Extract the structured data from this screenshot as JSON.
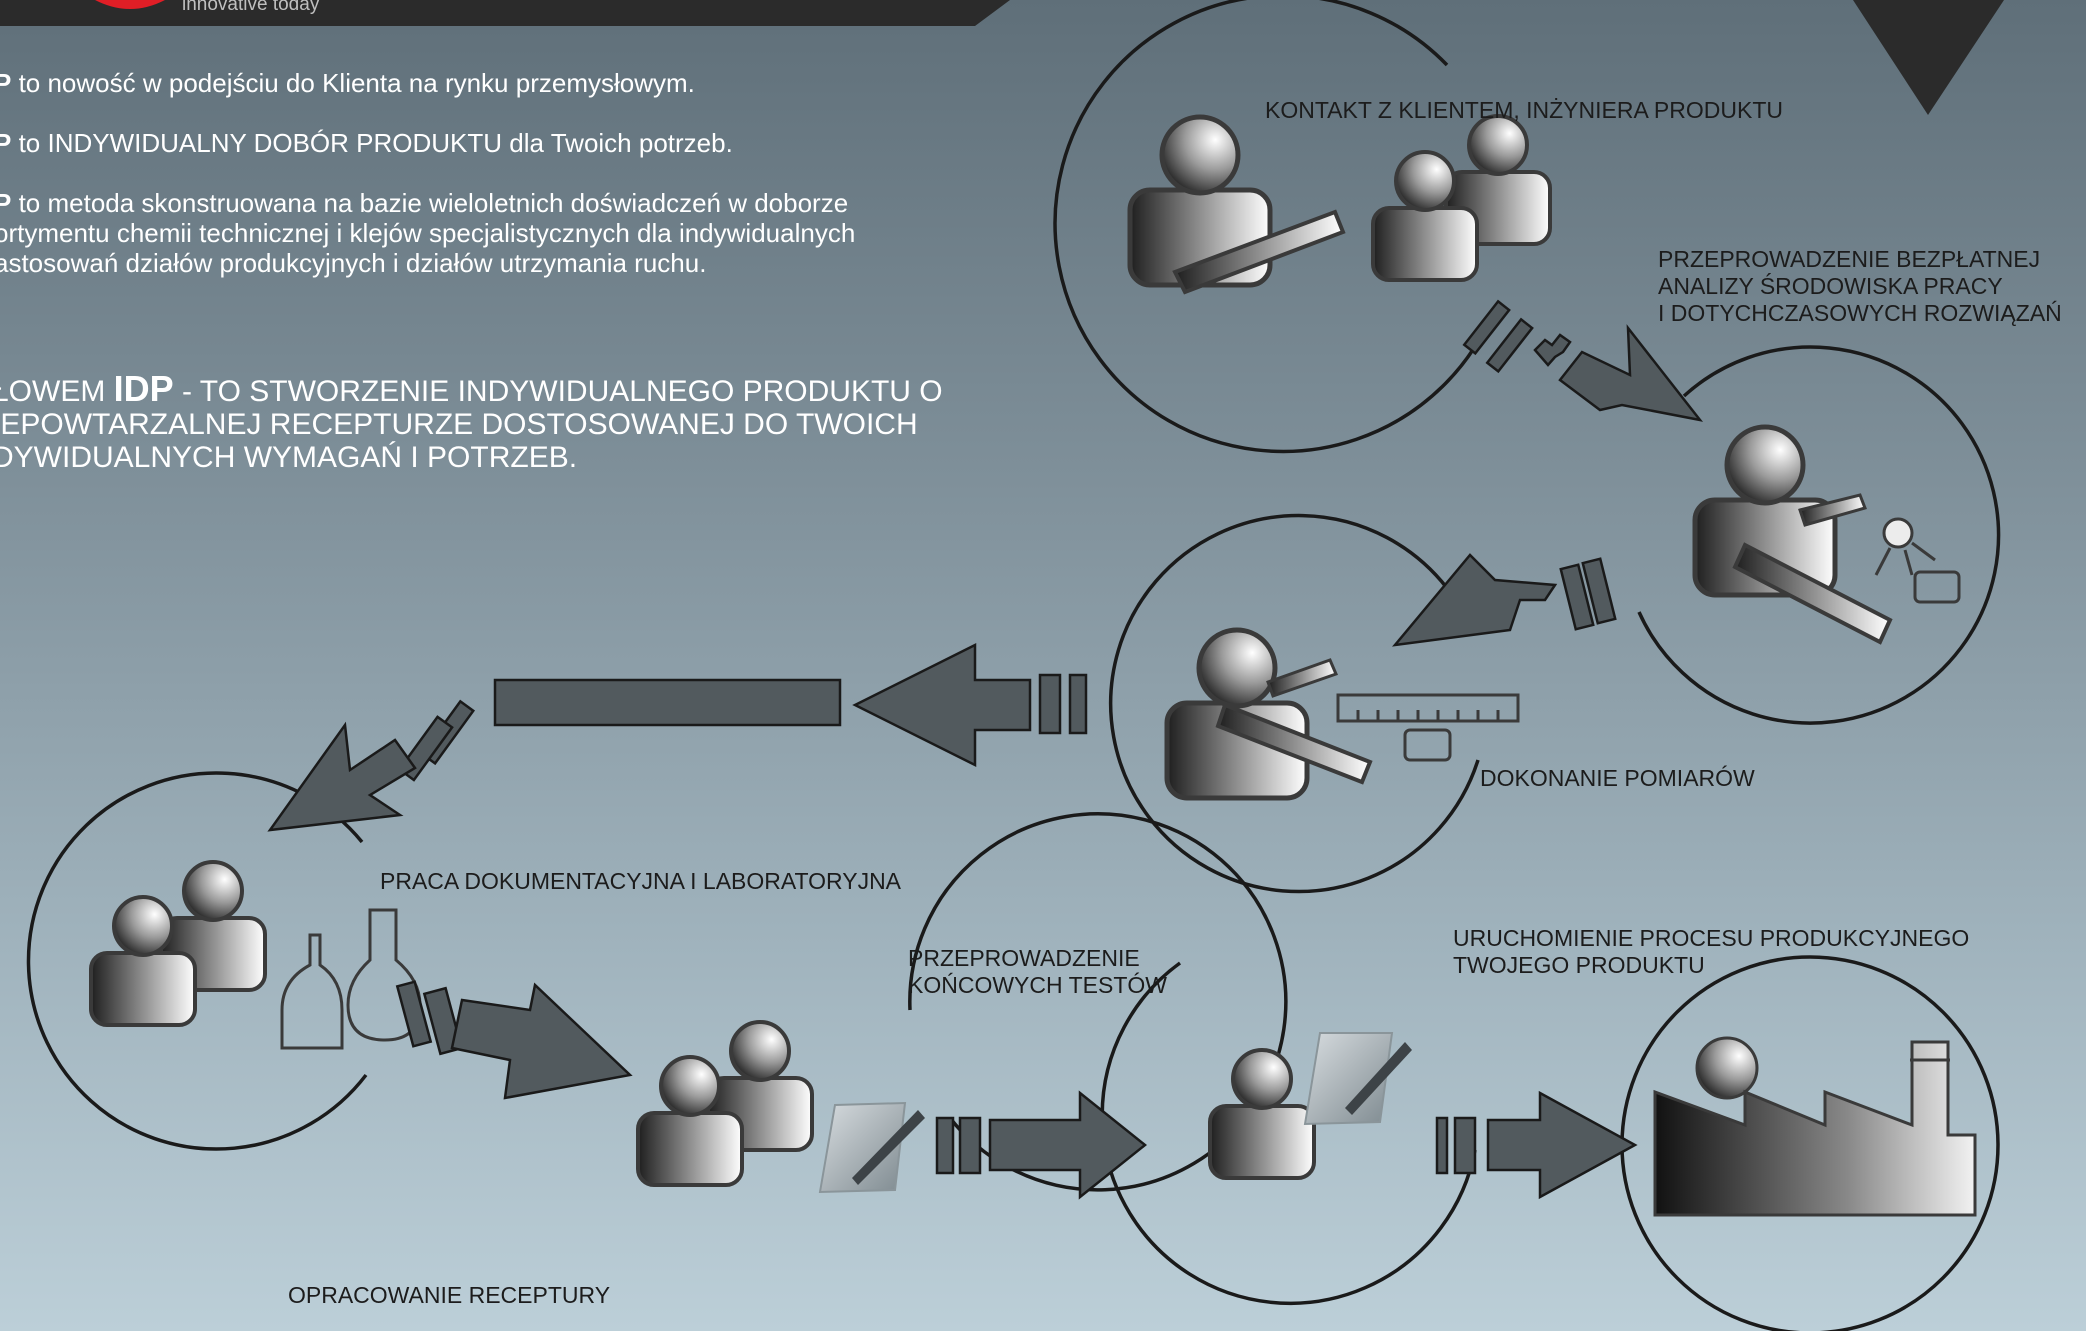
{
  "header": {
    "tagline": "innovative today"
  },
  "intro": {
    "lines": [
      {
        "prefix": "P",
        "text": " to nowość w podejściu do Klienta na rynku przemysłowym."
      },
      {
        "prefix": "P",
        "text": " to INDYWIDUALNY DOBÓR PRODUKTU dla Twoich potrzeb."
      },
      {
        "prefix": "P",
        "text": " to metoda skonstruowana na bazie wieloletnich doświadczeń w doborze\nortymentu chemii technicznej i klejów specjalistycznych dla indywidualnych\nastosowań działów produkcyjnych i działów utrzymania ruchu."
      }
    ]
  },
  "goal": {
    "lead": "ŁOWEM ",
    "brand": "IDP",
    "rest": " - TO STWORZENIE INDYWIDUALNEGO PRODUKTU O\nIEPOWTARZALNEJ RECEPTURZE DOSTOSOWANEJ DO TWOICH\nDYWIDUALNYCH WYMAGAŃ I POTRZEB."
  },
  "steps": {
    "contact": "KONTAKT Z KLIENTEM, INŻYNIERA PRODUKTU",
    "analysis": "PRZEPROWADZENIE BEZPŁATNEJ\nANALIZY ŚRODOWISKA PRACY\nI DOTYCHCZASOWYCH ROZWIĄZAŃ",
    "measure": "DOKONANIE POMIARÓW",
    "lab": "PRACA DOKUMENTACYJNA I LABORATORYJNA",
    "tests": "PRZEPROWADZENIE\nKOŃCOWYCH TESTÓW",
    "production": "URUCHOMIENIE PROCESU PRODUKCYJNEGO\nTWOJEGO PRODUKTU",
    "recipe": "OPRACOWANIE RECEPTURY"
  },
  "colors": {
    "header_bar": "#2b2b2b",
    "logo_red": "#e01e26",
    "arrow_fill": "#525a5e",
    "circle_stroke": "#1a1a1a"
  },
  "icons": [
    "person-icon",
    "group-icon",
    "pointer-icon",
    "lamp-icon",
    "ruler-icon",
    "flask-icon",
    "document-icon",
    "pen-icon",
    "factory-icon",
    "arrow-icon",
    "down-triangle-icon"
  ]
}
